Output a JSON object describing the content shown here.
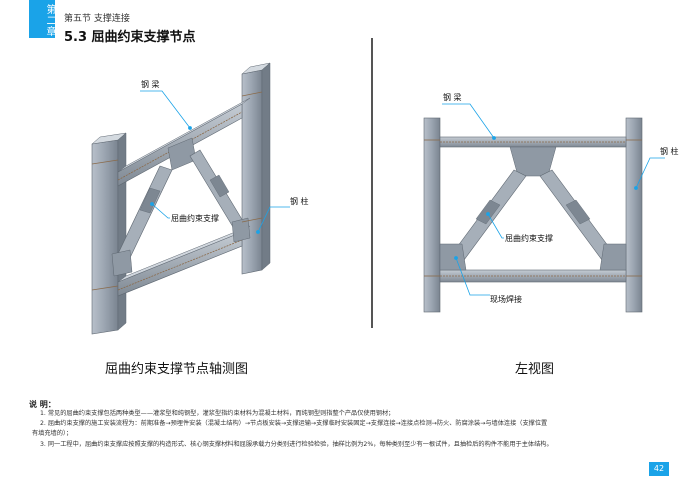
{
  "header": {
    "chapter_tab": "第二章",
    "section": "第五节  支撑连接",
    "title": "5.3  屈曲约束支撑节点"
  },
  "left_figure": {
    "caption": "屈曲约束支撑节点轴测图",
    "callouts": {
      "beam": "钢 梁",
      "column": "钢 柱",
      "brace": "屈曲约束支撑"
    }
  },
  "right_figure": {
    "caption": "左视图",
    "callouts": {
      "beam": "钢 梁",
      "column": "钢 柱",
      "brace": "屈曲约束支撑",
      "weld": "现场焊接"
    }
  },
  "notes": {
    "heading": "说 明：",
    "items": [
      "1. 常见的屈曲约束支撑包括两种类型——灌浆型和纯钢型，灌浆型指约束材料为混凝土材料，而纯钢型则指整个产品仅使用钢材；",
      "2. 屈曲约束支撑的施工安装流程为：前期准备→预埋件安装（混凝土结构）→节点板安装→支撑运输→支撑临时安装固定→支撑连接→连接点检测→防火、防腐涂装→与墙体连接（支撑位置",
      "有填充墙的）；",
      "3. 同一工程中，屈曲约束支撑应按照支撑的构造形式、核心钢支撑材料和屈服承载力分类别进行检验检验，抽样比例为2%，每种类别至少有一根试件，且抽检后的构件不能用于主体结构。"
    ]
  },
  "page_number": "42",
  "colors": {
    "accent": "#1aa3e8",
    "steel": "#9aa4b0",
    "steel_dark": "#6e7883"
  }
}
